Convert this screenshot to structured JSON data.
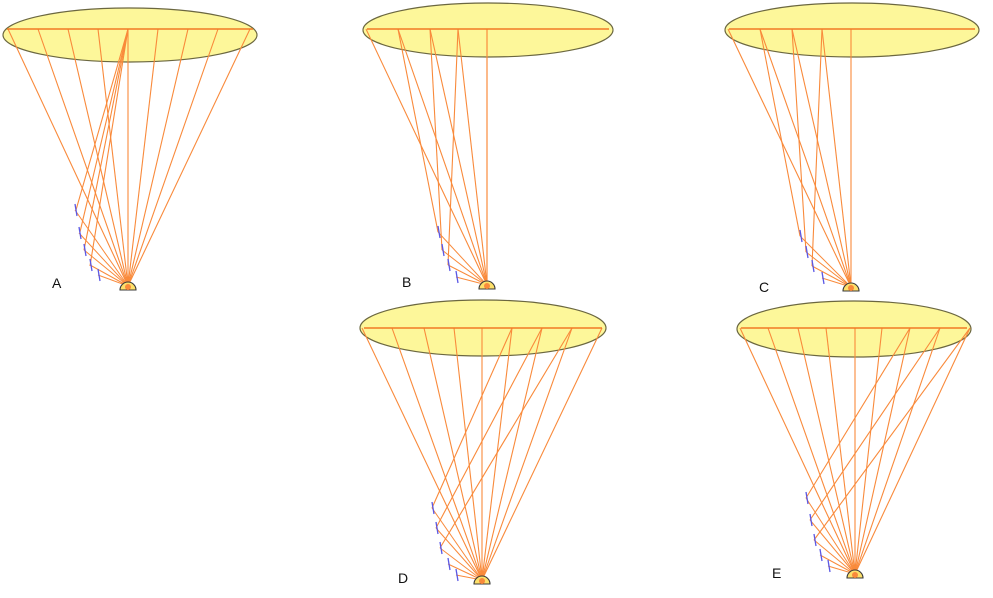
{
  "colors": {
    "mirror_fill": "#fdf79a",
    "mirror_stroke": "#6b6740",
    "ray": "#f98a3b",
    "baseline": "#f27a24",
    "tick": "#5a58e6",
    "source_fill": "#fde06a",
    "source_stroke": "#3a3a3a",
    "label_text": "#111111"
  },
  "panels": [
    {
      "id": "A",
      "label": "A"
    },
    {
      "id": "B",
      "label": "B"
    },
    {
      "id": "C",
      "label": "C"
    },
    {
      "id": "D",
      "label": "D"
    },
    {
      "id": "E",
      "label": "E"
    }
  ]
}
